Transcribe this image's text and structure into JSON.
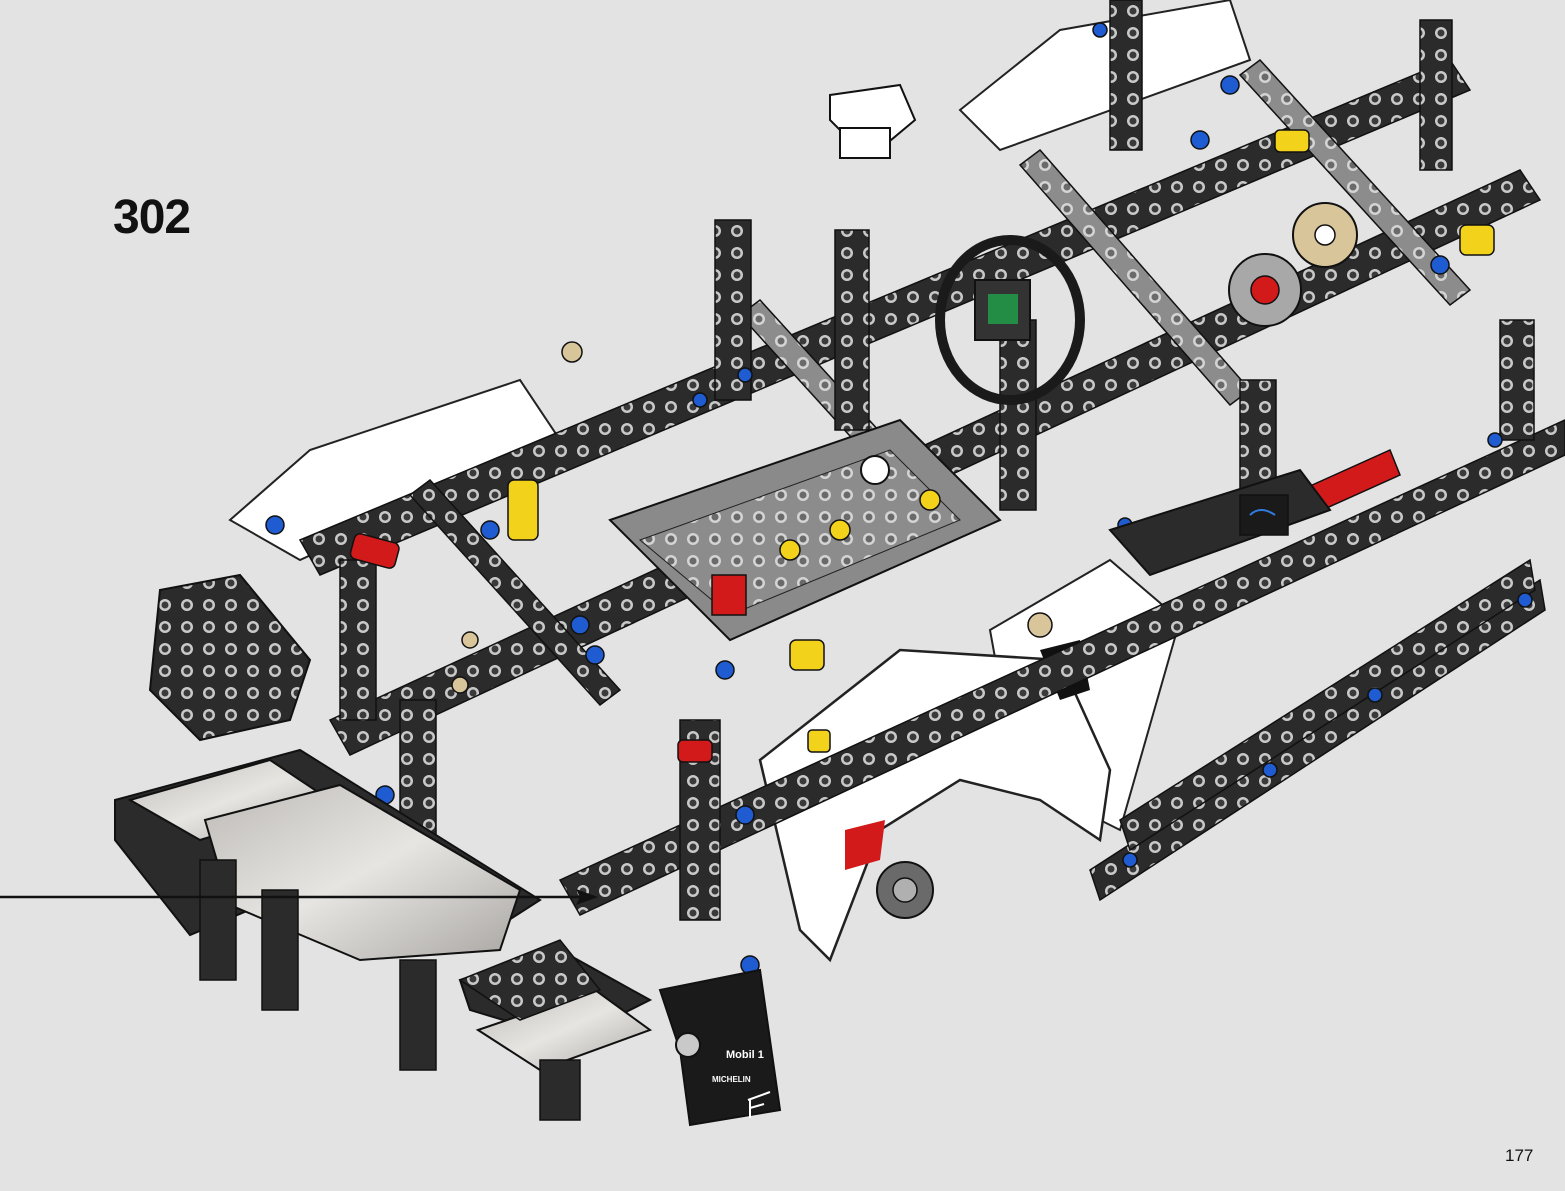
{
  "step": {
    "number": "302"
  },
  "page": {
    "number": "177"
  },
  "decal": {
    "brand_text": "Mobil 1",
    "sub_text": "MICHELIN"
  },
  "colors": {
    "background": "#e3e3e3",
    "beam_dark": "#2b2b2b",
    "beam_light_gray": "#9a9a9a",
    "panel_white": "#ffffff",
    "pin_blue": "#1f5bd1",
    "accent_red": "#d31a1a",
    "accent_yellow": "#f2d21a",
    "pin_tan": "#d8c59a",
    "arrow": "#111111"
  },
  "icons": [
    "callout-arrow-icon",
    "assembly-illustration"
  ]
}
